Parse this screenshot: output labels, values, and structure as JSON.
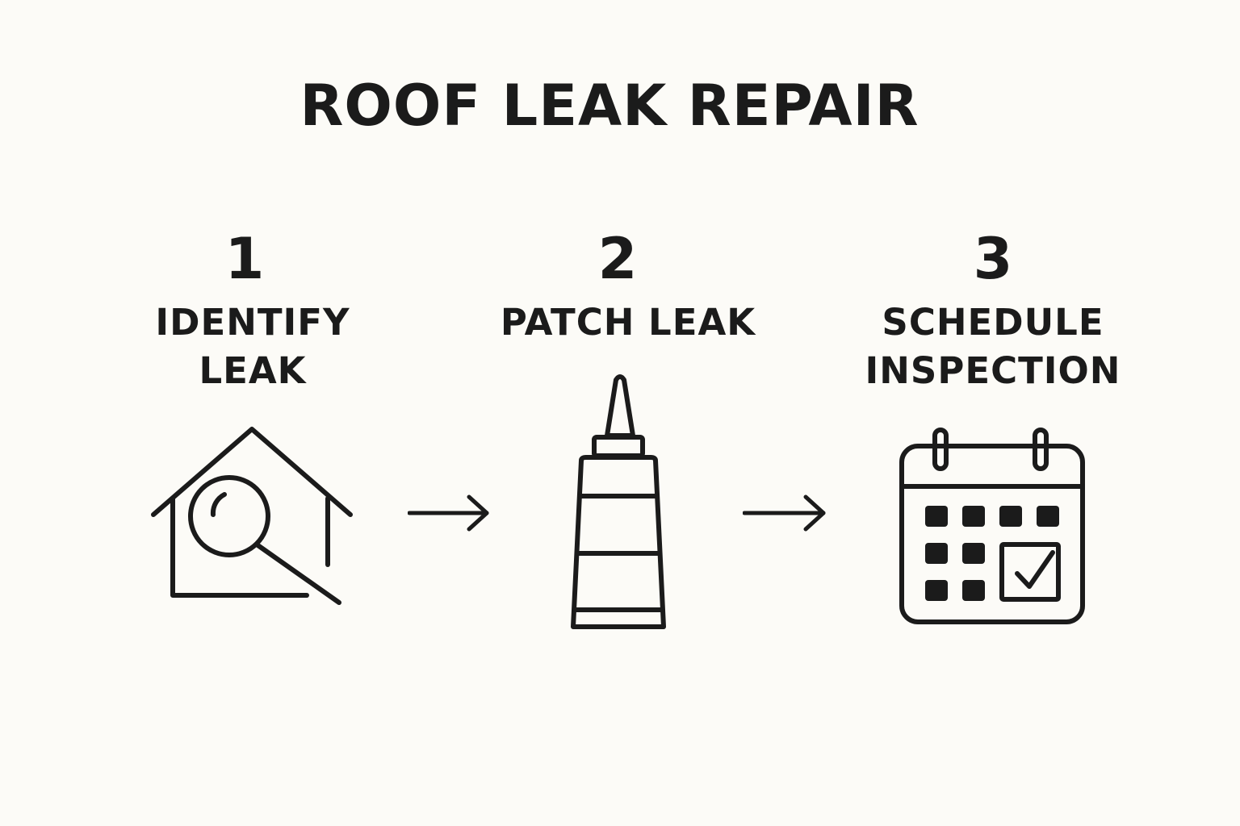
{
  "title": "ROOF LEAK REPAIR",
  "steps": [
    {
      "number": "1",
      "label": "IDENTIFY\nLEAK",
      "icon": "house-search-icon"
    },
    {
      "number": "2",
      "label": "PATCH LEAK",
      "icon": "sealant-tube-icon"
    },
    {
      "number": "3",
      "label": "SCHEDULE\nINSPECTION",
      "icon": "calendar-check-icon"
    }
  ],
  "colors": {
    "background": "#fcfbf7",
    "ink": "#1b1b1b"
  }
}
